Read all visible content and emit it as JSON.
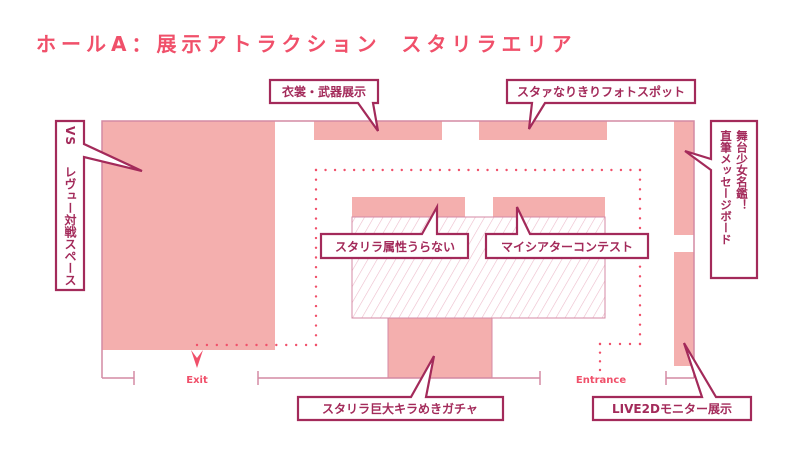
{
  "title": {
    "main": "ホールA：展示アトラクション",
    "area": "スタリラエリア"
  },
  "colors": {
    "title": "#f0506a",
    "booth_fill": "#f4afae",
    "wall": "#d48aa4",
    "callout_border": "#a32a5a",
    "route_dots": "#f0506a",
    "hatch": "#e8b4c4"
  },
  "booths": [
    {
      "id": "vs-revue",
      "label": "VSレヴュー対戦スペース"
    },
    {
      "id": "costume",
      "label": "衣裳・武器展示"
    },
    {
      "id": "photo",
      "label": "スタァなりきりフォトスポット"
    },
    {
      "id": "message",
      "label": "舞台少女名鑑！直筆メッセージボード"
    },
    {
      "id": "fortune",
      "label": "スタリラ属性うらない"
    },
    {
      "id": "theater",
      "label": "マイシアターコンテスト"
    },
    {
      "id": "gacha",
      "label": "スタリラ巨大キラめきガチャ"
    },
    {
      "id": "live2d",
      "label": "LIVE2Dモニター展示"
    }
  ],
  "callouts": {
    "vs_revue": {
      "line1": "VS",
      "line2": "レヴュー対戦スペース"
    },
    "costume": "衣裳・武器展示",
    "photo": "スタァなりきりフォトスポット",
    "message": {
      "col1": "舞台少女名鑑！",
      "col2": "直筆メッセージボード"
    },
    "fortune": "スタリラ属性うらない",
    "theater": "マイシアターコンテスト",
    "gacha": "スタリラ巨大キラめきガチャ",
    "live2d": "LIVE2Dモニター展示"
  },
  "doors": {
    "exit": "Exit",
    "entrance": "Entrance"
  }
}
